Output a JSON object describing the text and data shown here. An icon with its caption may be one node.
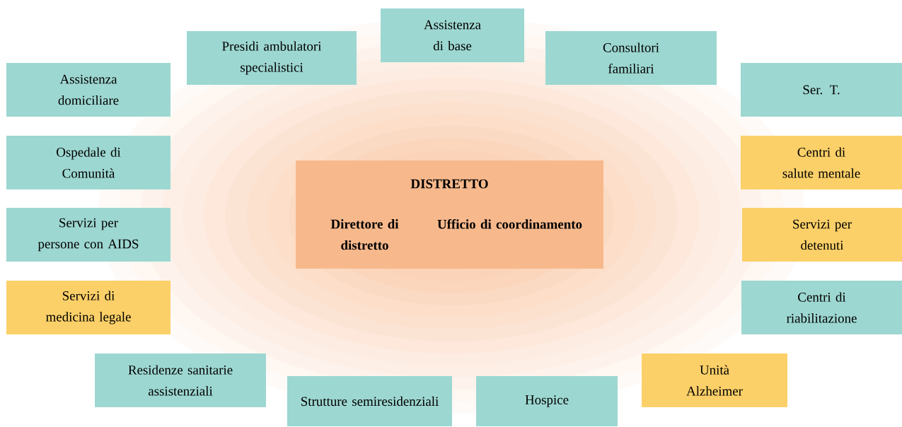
{
  "diagram": {
    "nodes": [
      {
        "text": [
          "Assistenza di base"
        ]
      },
      {
        "text": [
          "Presidi ambulatori specialistici"
        ]
      },
      {
        "text": [
          "Consultori familiari"
        ]
      },
      {
        "text": [
          "Assistenza domiciliare"
        ]
      },
      {
        "text": [
          "Ser. T."
        ]
      },
      {
        "text": [
          "Ospedale di Comunità"
        ]
      },
      {
        "text": [
          "Centri di salute mentale"
        ]
      },
      {
        "text": [
          "DISTRETTO",
          "Direttore di distretto",
          "Ufficio di coordinamento"
        ]
      },
      {
        "text": [
          "Servizi per persone con AIDS"
        ]
      },
      {
        "text": [
          "Servizi per detenuti"
        ]
      },
      {
        "text": [
          "Servizi di medicina legale"
        ]
      },
      {
        "text": [
          "Centri di riabilitazione"
        ]
      },
      {
        "text": [
          "Residenze sanitarie assistenziali"
        ]
      },
      {
        "text": [
          "Unità Alzheimer"
        ]
      },
      {
        "text": [
          "Strutture semiresidenziali"
        ]
      },
      {
        "text": [
          "Hospice"
        ]
      }
    ]
  }
}
